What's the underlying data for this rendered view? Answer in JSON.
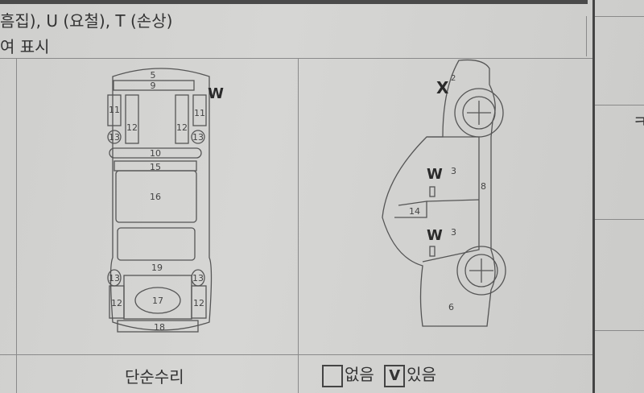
{
  "legend": {
    "line1": "흠집), U (요철), T (손상)",
    "line2": "여 표시"
  },
  "frame_diagram": {
    "labels": {
      "p5": "5",
      "p9": "9",
      "p11l": "11",
      "p11r": "11",
      "p12l": "12",
      "p12r": "12",
      "p13l": "13",
      "p13r": "13",
      "p10": "10",
      "p15": "15",
      "p16": "16",
      "p19": "19",
      "p13bl": "13",
      "p13br": "13",
      "p12bl": "12",
      "p12br": "12",
      "p17": "17",
      "p18": "18"
    },
    "marks": {
      "w_front_right": "W"
    }
  },
  "side_diagram": {
    "labels": {
      "p8": "8",
      "p14": "14",
      "p6": "6"
    },
    "marks": {
      "x_fender": "X",
      "x_fender_sup": "2",
      "w_front_door": "W",
      "w_front_door_num": "3",
      "w_rear_door": "W",
      "w_rear_door_num": "3"
    }
  },
  "footer": {
    "simple_repair_label": "단순수리",
    "option_none": "없음",
    "option_yes": "있음",
    "checked_mark": "V",
    "selected": "있음"
  },
  "right_page": {
    "fragment": "ㅋ"
  }
}
